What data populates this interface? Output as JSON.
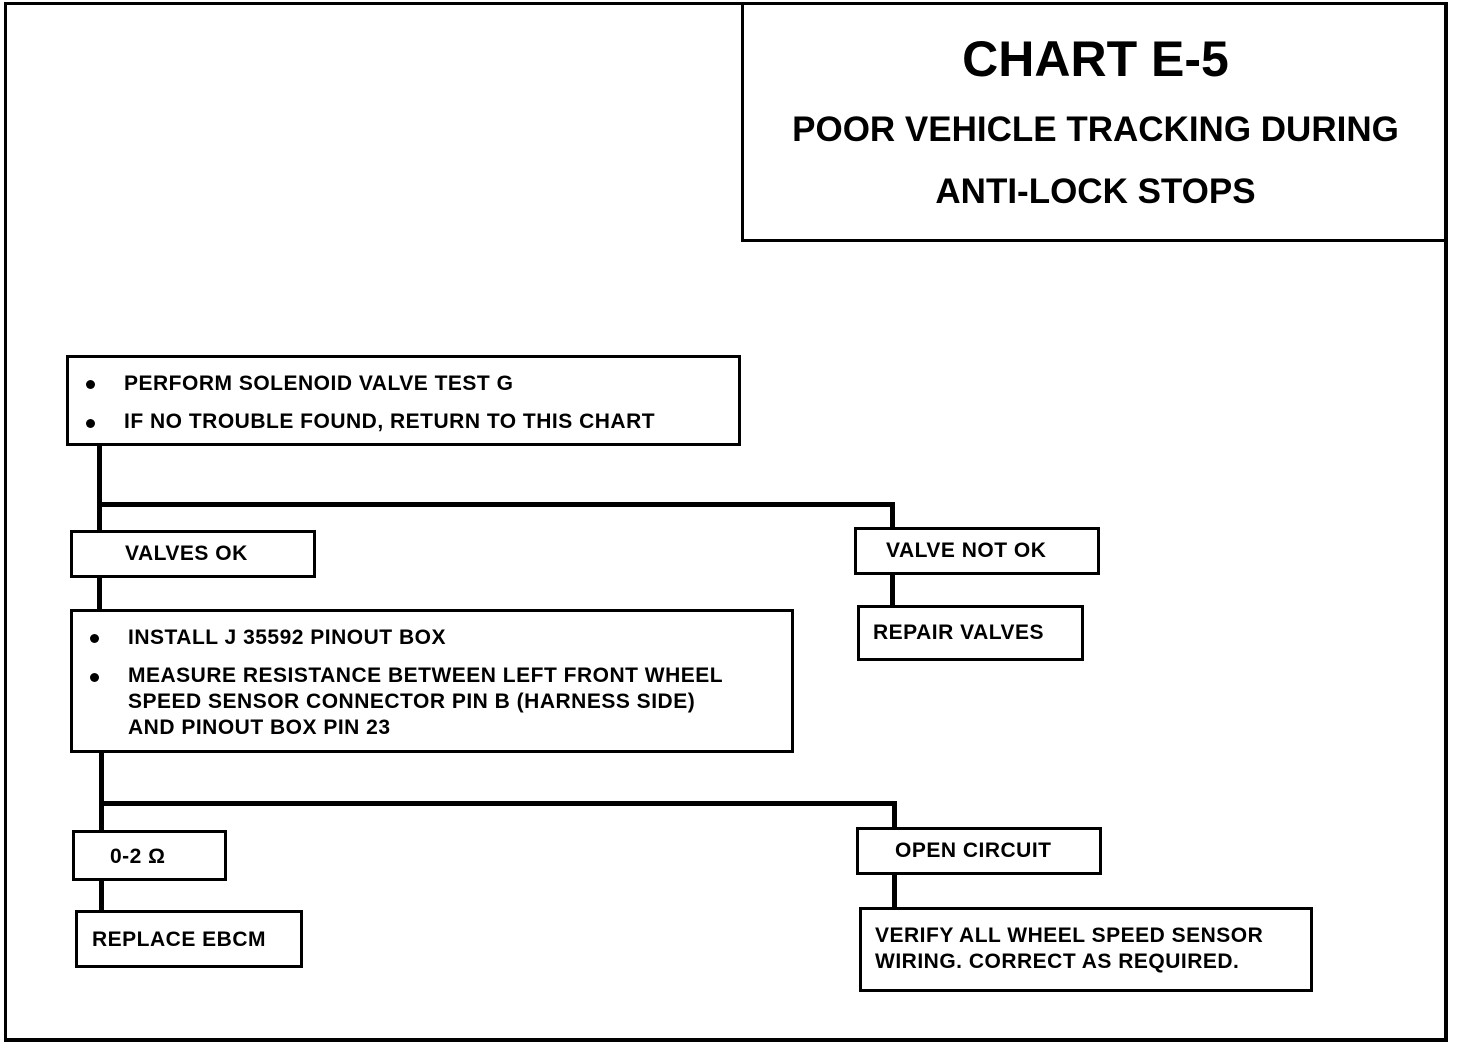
{
  "title": {
    "main": "CHART E-5",
    "sub_line1": "POOR VEHICLE TRACKING DURING",
    "sub_line2": "ANTI-LOCK STOPS"
  },
  "step1": {
    "bullets": [
      "PERFORM SOLENOID VALVE TEST G",
      "IF NO TROUBLE FOUND, RETURN TO THIS CHART"
    ]
  },
  "branch1": {
    "left_label": "VALVES OK",
    "right_label": "VALVE NOT OK",
    "right_action": "REPAIR VALVES"
  },
  "step2": {
    "bullets": [
      "INSTALL J 35592 PINOUT BOX",
      "MEASURE RESISTANCE BETWEEN LEFT FRONT WHEEL\nSPEED SENSOR CONNECTOR PIN B (HARNESS SIDE)\nAND PINOUT BOX PIN 23"
    ]
  },
  "branch2": {
    "left_label": "0-2  Ω",
    "left_action": "REPLACE EBCM",
    "right_label": "OPEN CIRCUIT",
    "right_action": "VERIFY ALL WHEEL SPEED SENSOR\nWIRING. CORRECT AS REQUIRED."
  }
}
